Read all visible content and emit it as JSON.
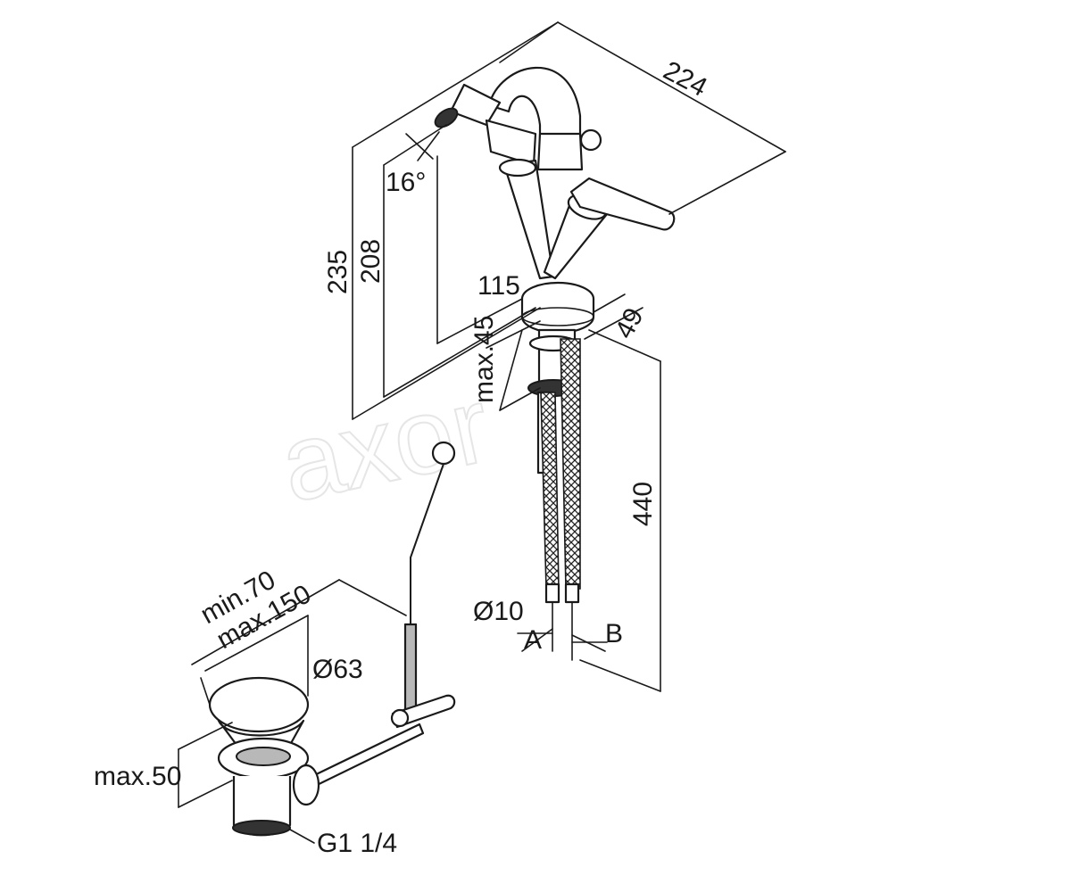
{
  "watermark": "axor",
  "dimensions": {
    "width_224": "224",
    "height_235": "235",
    "height_208": "208",
    "angle_16": "16°",
    "d_115": "115",
    "max_45": "max.45",
    "d_49": "49",
    "len_440": "440",
    "dia_10": "Ø10",
    "label_a": "A",
    "label_b": "B",
    "min_70": "min.70",
    "max_150": "max.150",
    "dia_63": "Ø63",
    "max_50": "max.50",
    "thread": "G1 1/4"
  }
}
